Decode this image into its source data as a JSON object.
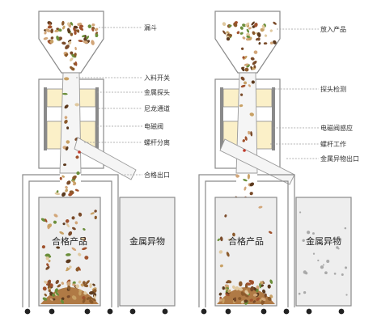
{
  "left_machine": {
    "labels": [
      "漏斗",
      "入料开关",
      "金属探头",
      "尼龙通道",
      "电磁阀",
      "螺杆分离",
      "合格出口"
    ],
    "bin_left": "合格产品",
    "bin_right": "金属异物"
  },
  "right_machine": {
    "labels": [
      "放入产品",
      "探头检测",
      "电磁阀感应",
      "螺杆工作",
      "金属异物出口"
    ],
    "bin_left": "合格产品",
    "bin_right": "金属异物"
  },
  "colors": {
    "frame": "#8a8a8a",
    "bin_fill": "#eeeeee",
    "magnet_fill": "#fbf0c8",
    "nut_brown": "#8b5a2b",
    "nut_green": "#6b8e3a",
    "metal_dot": "#c0392b",
    "wheel": "#222222"
  }
}
